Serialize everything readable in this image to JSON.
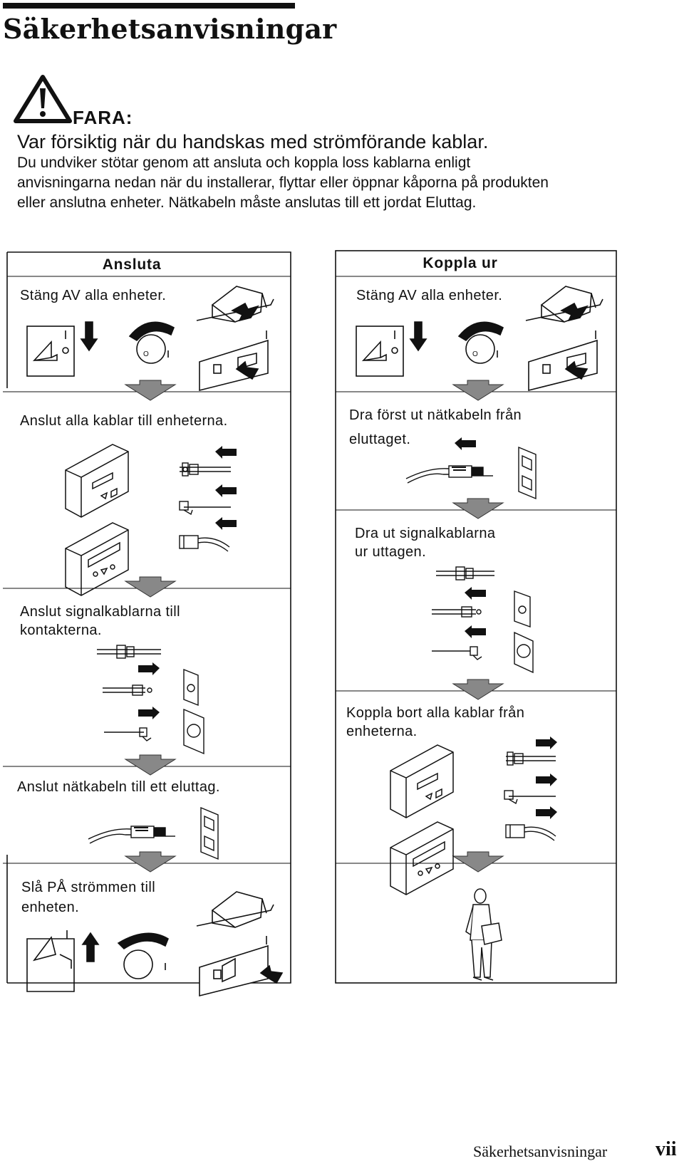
{
  "page": {
    "title": "Säkerhetsanvisningar"
  },
  "danger": {
    "label": "FARA:",
    "main": "Var försiktig när du handskas med strömförande kablar.",
    "body": "Du undviker stötar genom att ansluta och koppla loss kablarna enligt anvisningarna nedan när du installerar, flyttar eller öppnar kåporna på produkten eller anslutna enheter. Nätkabeln måste anslutas till ett jordat Eluttag.",
    "icon": "warning-triangle-icon"
  },
  "connect": {
    "heading": "Ansluta",
    "steps": [
      "Stäng AV alla enheter.",
      "Anslut alla kablar till enheterna.",
      "Anslut signalkablarna till\nkontakterna.",
      "Anslut nätkabeln till ett eluttag.",
      "Slå PÅ strömmen till\nenheten."
    ]
  },
  "disconnect": {
    "heading": "Koppla ur",
    "steps": [
      "Stäng AV alla enheter.",
      "Dra först ut nätkabeln från\neluttaget.",
      "Dra ut signalkablarna\nur uttagen.",
      "Koppla bort alla kablar från\n enheterna."
    ]
  },
  "footer": {
    "section": "Säkerhetsanvisningar",
    "page": "vii"
  }
}
